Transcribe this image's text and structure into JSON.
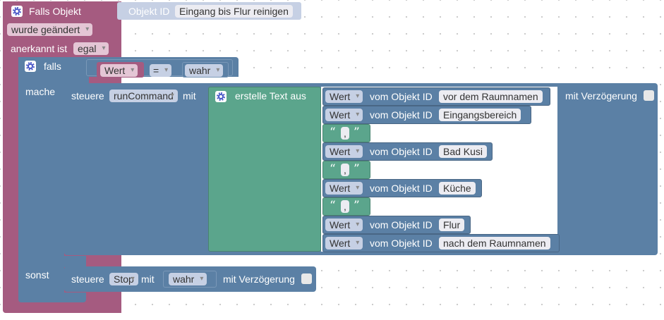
{
  "trigger": {
    "title": "Falls Objekt",
    "object_id_label": "Objekt ID",
    "object_id_value": "Eingang bis Flur reinigen",
    "condition_dd": "wurde geändert",
    "ack_label": "anerkannt ist",
    "ack_dd": "egal"
  },
  "if_block": {
    "falls": "falls",
    "lhs": "Wert",
    "op": "=",
    "rhs": "wahr",
    "mache": "mache",
    "sonst": "sonst"
  },
  "control_main": {
    "steuere": "steuere",
    "target": "runCommand",
    "mit": "mit",
    "delay_label": "mit Verzögerung",
    "delay_checked": false
  },
  "text_join": {
    "title": "erstelle Text aus",
    "items": [
      {
        "type": "get",
        "dd": "Wert",
        "label": "vom Objekt ID",
        "value": "vor dem Raumnamen"
      },
      {
        "type": "get",
        "dd": "Wert",
        "label": "vom Objekt ID",
        "value": "Eingangsbereich"
      },
      {
        "type": "str",
        "open": "“",
        "value": ",",
        "close": "”"
      },
      {
        "type": "get",
        "dd": "Wert",
        "label": "vom Objekt ID",
        "value": "Bad Kusi"
      },
      {
        "type": "str",
        "open": "“",
        "value": ",",
        "close": "”"
      },
      {
        "type": "get",
        "dd": "Wert",
        "label": "vom Objekt ID",
        "value": "Küche"
      },
      {
        "type": "str",
        "open": "“",
        "value": ",",
        "close": "”"
      },
      {
        "type": "get",
        "dd": "Wert",
        "label": "vom Objekt ID",
        "value": "Flur"
      },
      {
        "type": "get",
        "dd": "Wert",
        "label": "vom Objekt ID",
        "value": "nach dem Raumnamen"
      }
    ]
  },
  "control_else": {
    "steuere": "steuere",
    "target": "Stop",
    "mit": "mit",
    "value": "wahr",
    "delay_label": "mit Verzögerung",
    "delay_checked": false
  },
  "colors": {
    "trigger": "#a55b80",
    "trigger_dark": "#844966",
    "logic": "#5b80a5",
    "logic_dark": "#496684",
    "text": "#5ba58c",
    "text_dark": "#498470",
    "field": "#d8d8e0"
  }
}
